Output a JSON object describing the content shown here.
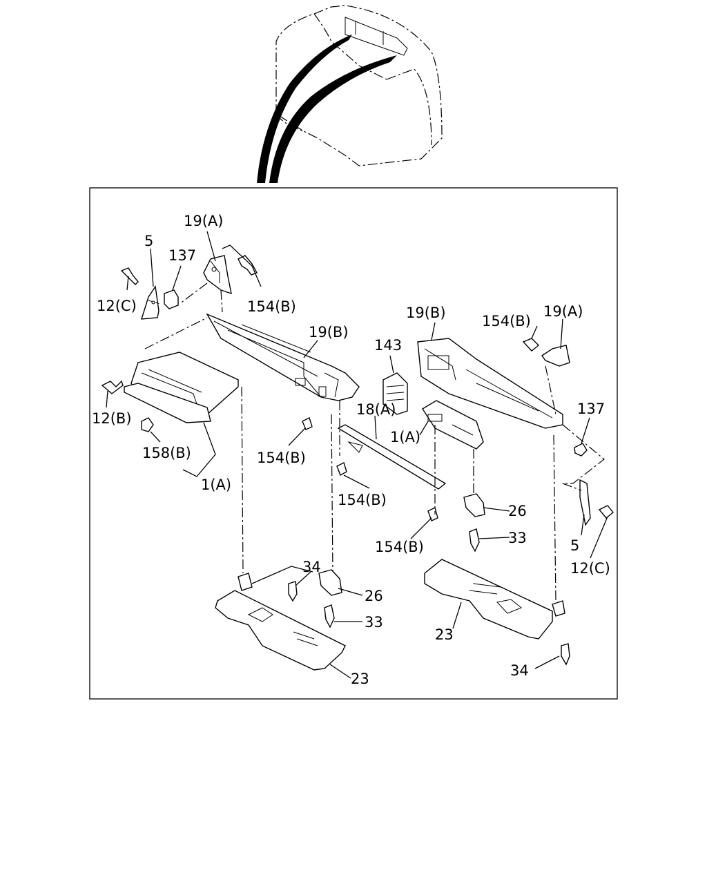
{
  "labels": {
    "l19a_left": "19(A)",
    "l5_left": "5",
    "l137_left": "137",
    "l12c_left": "12(C)",
    "l154b_top": "154(B)",
    "l19b_left": "19(B)",
    "l12b": "12(B)",
    "l158b": "158(B)",
    "l154b_mid": "154(B)",
    "l1a_left": "1(A)",
    "l143": "143",
    "l19b_right": "19(B)",
    "l154b_right_top": "154(B)",
    "l19a_right": "19(A)",
    "l18a": "18(A)",
    "l1a_right": "1(A)",
    "l154b_center": "154(B)",
    "l154b_low": "154(B)",
    "l137_right": "137",
    "l26_right": "26",
    "l33_right": "33",
    "l5_right": "5",
    "l12c_right": "12(C)",
    "l34_left": "34",
    "l26_left": "26",
    "l33_left": "33",
    "l23_left": "23",
    "l23_right": "23",
    "l34_right": "34"
  }
}
